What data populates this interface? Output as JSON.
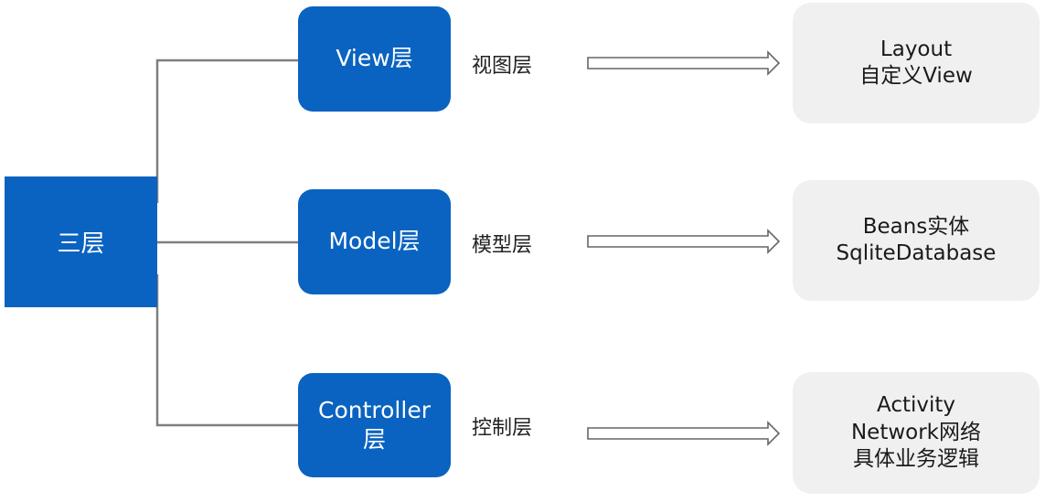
{
  "root": {
    "label": "三层"
  },
  "layers": [
    {
      "title_lines": [
        "View层"
      ],
      "label": "视图层",
      "details": [
        "Layout",
        "自定义View"
      ]
    },
    {
      "title_lines": [
        "Model层"
      ],
      "label": "模型层",
      "details": [
        "Beans实体",
        "SqliteDatabase"
      ]
    },
    {
      "title_lines": [
        "Controller",
        "层"
      ],
      "label": "控制层",
      "details": [
        "Activity",
        "Network网络",
        "具体业务逻辑"
      ]
    }
  ],
  "colors": {
    "layer_fill": "#0a63c0",
    "detail_fill": "#f0f0f0",
    "connector": "#7f7f7f"
  }
}
